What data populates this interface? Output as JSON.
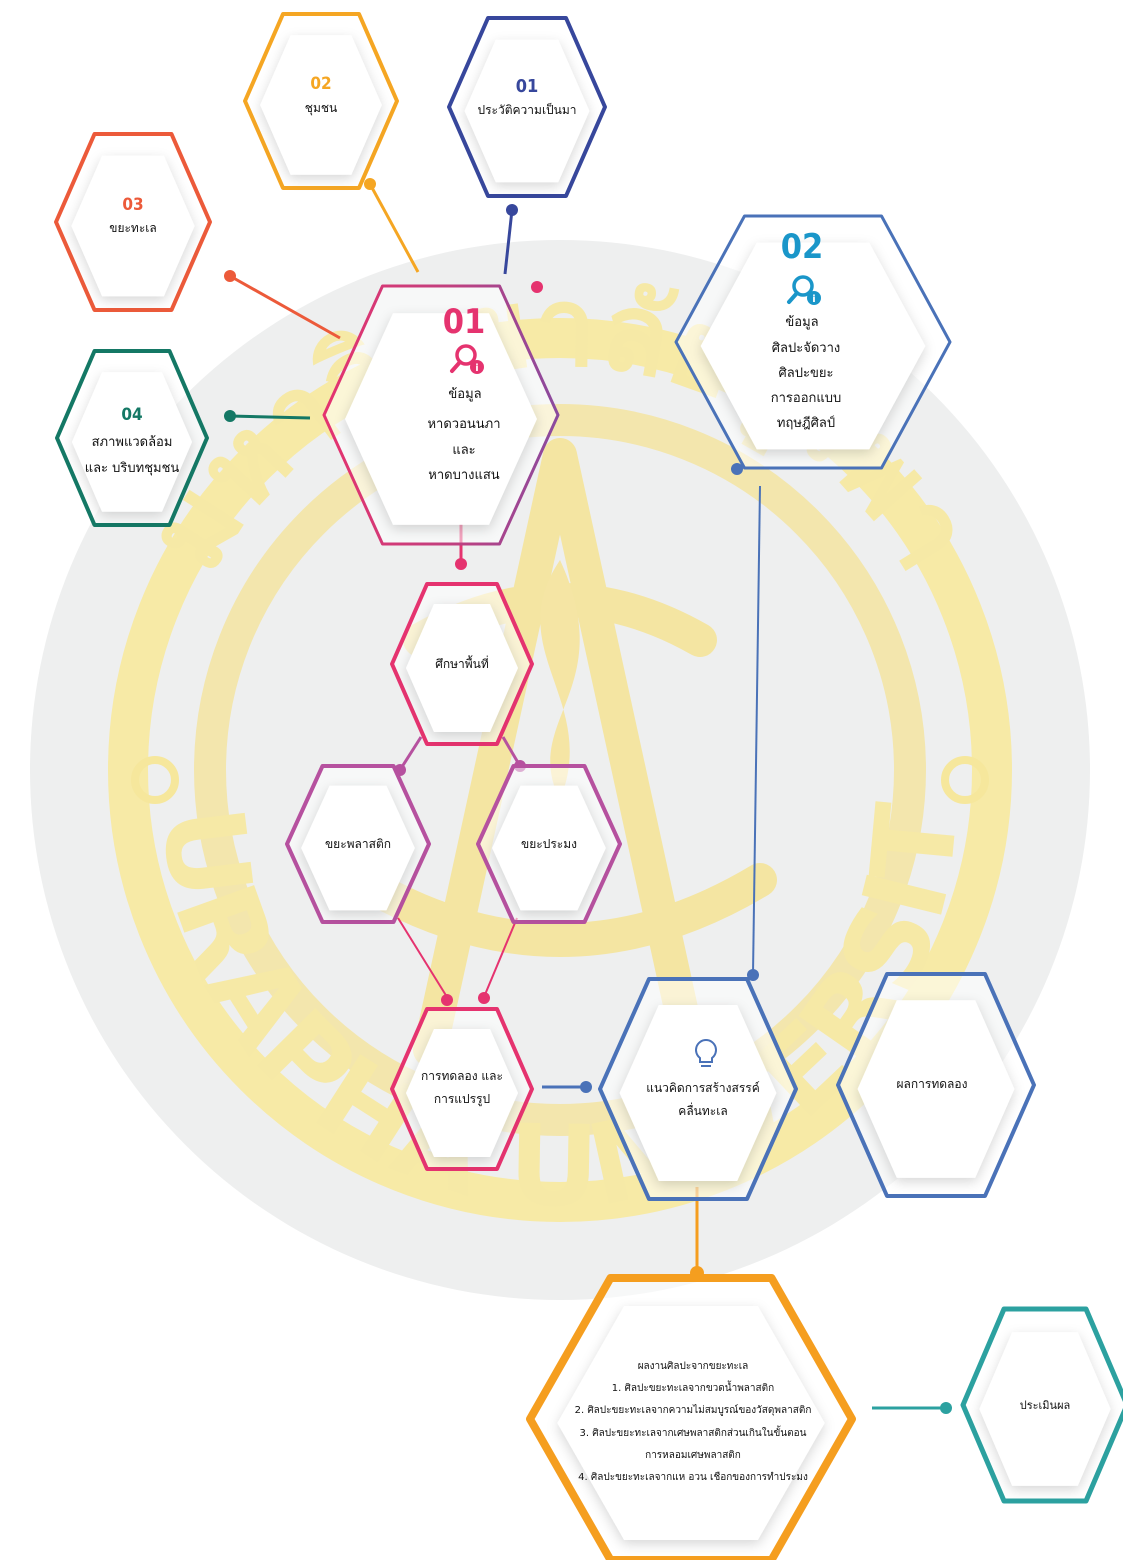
{
  "watermark": {
    "thai_text": "มหาวิทยาลัยบูรพา",
    "english_text": "BURAPHA UNIVERSITY"
  },
  "colors": {
    "pink": "#e5336f",
    "purple": "#b6519f",
    "orange_small": "#f5a623",
    "navy": "#37479c",
    "red_orange": "#ec5a3a",
    "teal_dark": "#147865",
    "blue": "#4a72b8",
    "orange_big": "#f59e1f",
    "teal": "#2ca1a0",
    "cyan_num": "#1a96c9",
    "watermark_gold": "#f6e9a8",
    "watermark_gray": "#e9eaea"
  },
  "nodes": {
    "history": {
      "number": "01",
      "label": "ประวัติความเป็นมา"
    },
    "community": {
      "number": "02",
      "label": "ชุมชน"
    },
    "marine_debris": {
      "number": "03",
      "label": "ขยะทะเล"
    },
    "environment": {
      "number": "04",
      "lines": [
        "สภาพแวดล้อม",
        "และ บริบทชุมชน"
      ]
    },
    "info_beaches": {
      "number": "01",
      "icon_label": "ข้อมูล",
      "lines": [
        "หาดวอนนภา",
        "และ",
        "หาดบางแสน"
      ]
    },
    "info_art": {
      "number": "02",
      "icon_label": "ข้อมูล",
      "lines": [
        "ศิลปะจัดวาง",
        "ศิลปะขยะ",
        "การออกแบบ",
        "ทฤษฎีศิลป์"
      ]
    },
    "site_study": {
      "label": "ศึกษาพื้นที่"
    },
    "plastic_waste": {
      "label": "ขยะพลาสติก"
    },
    "fishing_waste": {
      "label": "ขยะประมง"
    },
    "experiment": {
      "lines": [
        "การทดลอง และ",
        "การแปรรูป"
      ]
    },
    "concept": {
      "lines": [
        "แนวคิดการสร้างสรรค์",
        "คลื่นทะเล"
      ]
    },
    "result": {
      "label": "ผลการทดลอง"
    },
    "artworks": {
      "lines": [
        "ผลงานศิลปะจากขยะทะเล",
        "1. ศิลปะขยะทะเลจากขวดน้ำพลาสติก",
        "2. ศิลปะขยะทะเลจากความไม่สมบูรณ์ของวัสดุพลาสติก",
        "3. ศิลปะขยะทะเลจากเศษพลาสติกส่วนเกินในขั้นตอน",
        "การหลอมเศษพลาสติก",
        "4. ศิลปะขยะทะเลจากแห อวน เชือกของการทำประมง"
      ]
    },
    "evaluation": {
      "label": "ประเมินผล"
    }
  }
}
